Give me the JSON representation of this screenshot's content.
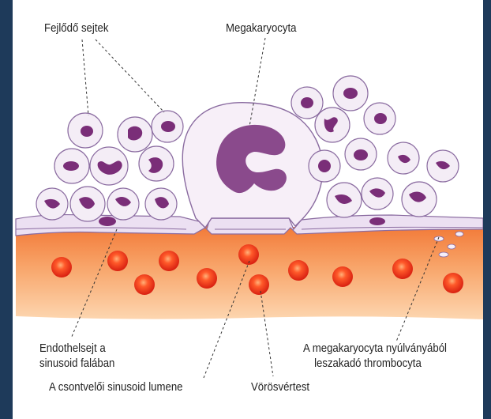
{
  "colors": {
    "frame": "#1e3a5a",
    "cell_fill": "#f5eef6",
    "cell_stroke": "#8a6ba0",
    "nucleus": "#7a2e78",
    "megakaryocyte_nucleus": "#8a4a8c",
    "tissue_dark": "#f07a33",
    "tissue_light": "#fdd0a0",
    "red_blood_cell": "#e8301c",
    "endothelium": "#e8d9ee"
  },
  "labels": {
    "developing_cells": "Fejlődő sejtek",
    "megakaryocyte": "Megakaryocyta",
    "endothelial_cell_line1": "Endothelsejt a",
    "endothelial_cell_line2": "sinusoid falában",
    "thrombocyte_line1": "A megakaryocyta nyúlványából",
    "thrombocyte_line2": "leszakadó thrombocyta",
    "sinusoid_lumen": "A csontvelői sinusoid lumene",
    "red_blood_cell": "Vörösvértest"
  }
}
